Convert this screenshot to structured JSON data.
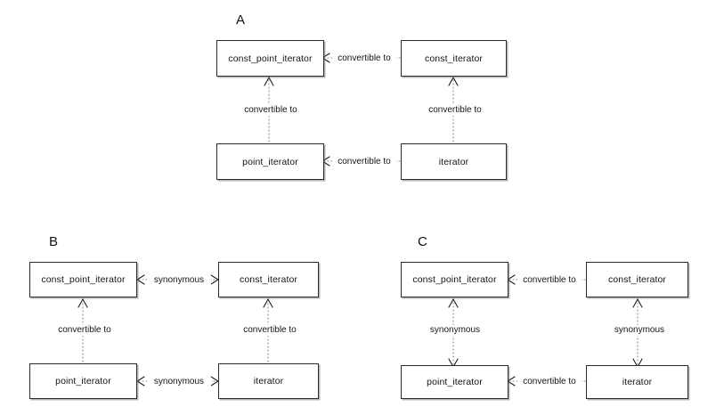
{
  "figure": {
    "background": "#ffffff",
    "node_border_color": "#2b2b2b",
    "edge_color": "#8a8a8a",
    "arrowhead_color": "#1d1d1d"
  },
  "panels": [
    {
      "id": "A",
      "label": "A",
      "nodes": {
        "top_left": "const_point_iterator",
        "top_right": "const_iterator",
        "bottom_left": "point_iterator",
        "bottom_right": "iterator"
      },
      "edges": {
        "top_horizontal": "convertible to",
        "bottom_horizontal": "convertible to",
        "left_vertical": "convertible to",
        "right_vertical": "convertible to"
      }
    },
    {
      "id": "B",
      "label": "B",
      "nodes": {
        "top_left": "const_point_iterator",
        "top_right": "const_iterator",
        "bottom_left": "point_iterator",
        "bottom_right": "iterator"
      },
      "edges": {
        "top_horizontal": "synonymous",
        "bottom_horizontal": "synonymous",
        "left_vertical": "convertible to",
        "right_vertical": "convertible to"
      }
    },
    {
      "id": "C",
      "label": "C",
      "nodes": {
        "top_left": "const_point_iterator",
        "top_right": "const_iterator",
        "bottom_left": "point_iterator",
        "bottom_right": "iterator"
      },
      "edges": {
        "top_horizontal": "convertible to",
        "bottom_horizontal": "convertible to",
        "left_vertical": "synonymous",
        "right_vertical": "synonymous"
      }
    }
  ]
}
